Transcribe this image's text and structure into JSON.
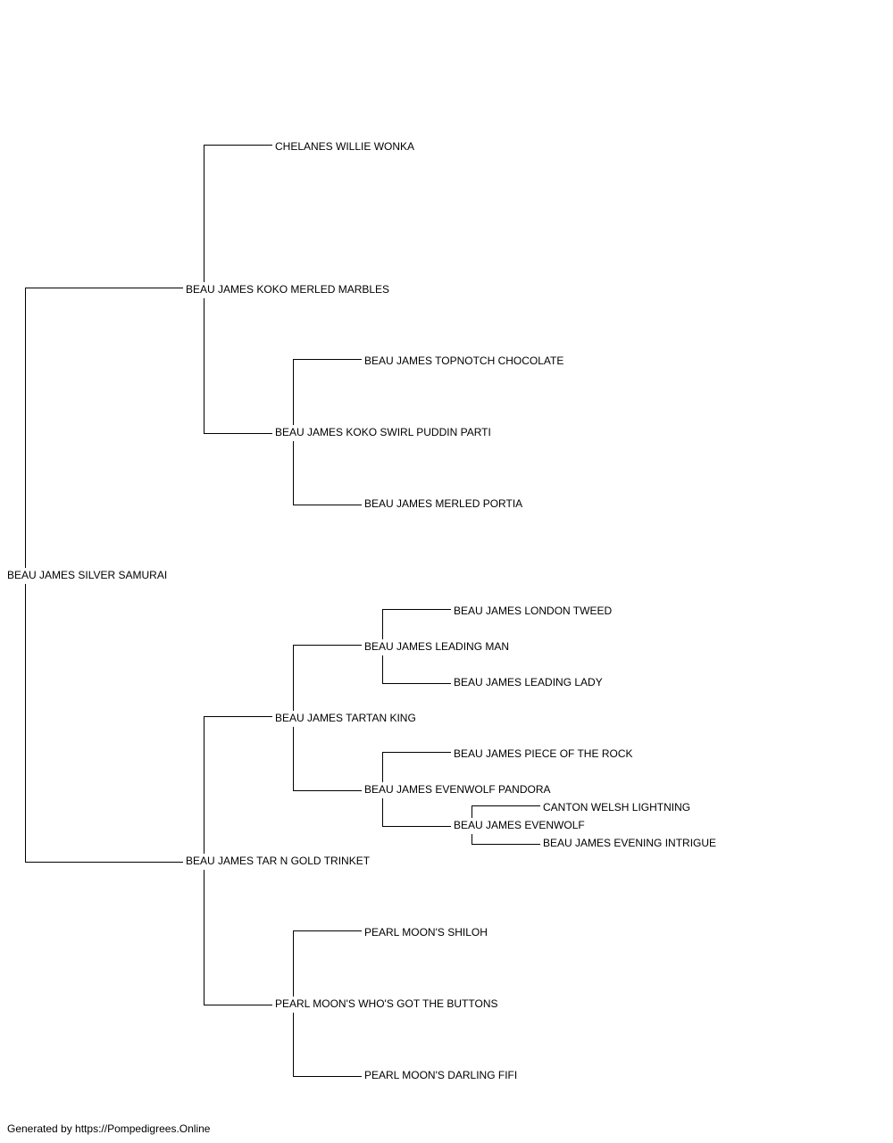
{
  "pedigree": {
    "name": "BEAU JAMES SILVER SAMURAI",
    "sire": {
      "name": "BEAU JAMES KOKO MERLED MARBLES",
      "sire": {
        "name": "CHELANES WILLIE WONKA"
      },
      "dam": {
        "name": "BEAU JAMES KOKO SWIRL PUDDIN PARTI",
        "sire": {
          "name": "BEAU JAMES TOPNOTCH CHOCOLATE"
        },
        "dam": {
          "name": "BEAU JAMES MERLED PORTIA"
        }
      }
    },
    "dam": {
      "name": "BEAU JAMES TAR N GOLD TRINKET",
      "sire": {
        "name": "BEAU JAMES TARTAN KING",
        "sire": {
          "name": "BEAU JAMES LEADING MAN",
          "sire": {
            "name": "BEAU JAMES LONDON TWEED"
          },
          "dam": {
            "name": "BEAU JAMES LEADING LADY"
          }
        },
        "dam": {
          "name": "BEAU JAMES EVENWOLF PANDORA",
          "sire": {
            "name": "BEAU JAMES PIECE OF THE ROCK"
          },
          "dam": {
            "name": "BEAU JAMES EVENWOLF",
            "sire": {
              "name": "CANTON WELSH LIGHTNING"
            },
            "dam": {
              "name": "BEAU JAMES EVENING INTRIGUE"
            }
          }
        }
      },
      "dam": {
        "name": "PEARL MOON'S WHO'S GOT THE BUTTONS",
        "sire": {
          "name": "PEARL MOON'S SHILOH"
        },
        "dam": {
          "name": "PEARL MOON'S DARLING FIFI"
        }
      }
    }
  },
  "footer": {
    "text": "Generated by https://Pompedigrees.Online"
  }
}
